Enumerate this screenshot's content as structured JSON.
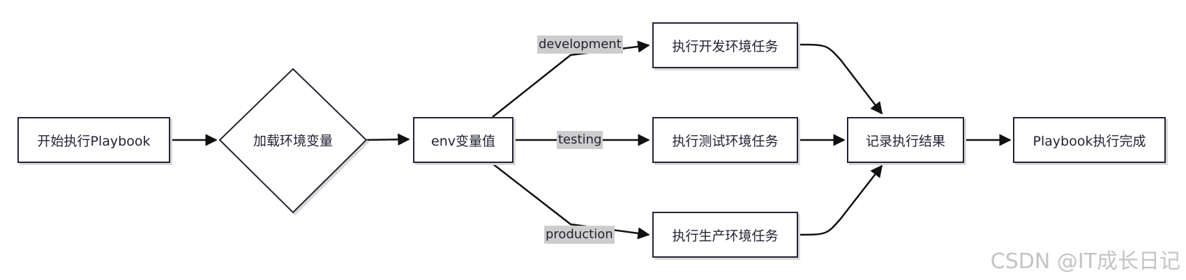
{
  "nodes": {
    "start": "开始执行Playbook",
    "load_env": "加载环境变量",
    "env_value": "env变量值",
    "task_dev": "执行开发环境任务",
    "task_test": "执行测试环境任务",
    "task_prod": "执行生产环境任务",
    "record": "记录执行结果",
    "done": "Playbook执行完成"
  },
  "edge_labels": {
    "development": "development",
    "testing": "testing",
    "production": "production"
  },
  "watermark": "CSDN @IT成长日记",
  "colors": {
    "stroke": "#222235",
    "label_bg": "#cdcdcd",
    "shadow": "#d9d9d9"
  }
}
